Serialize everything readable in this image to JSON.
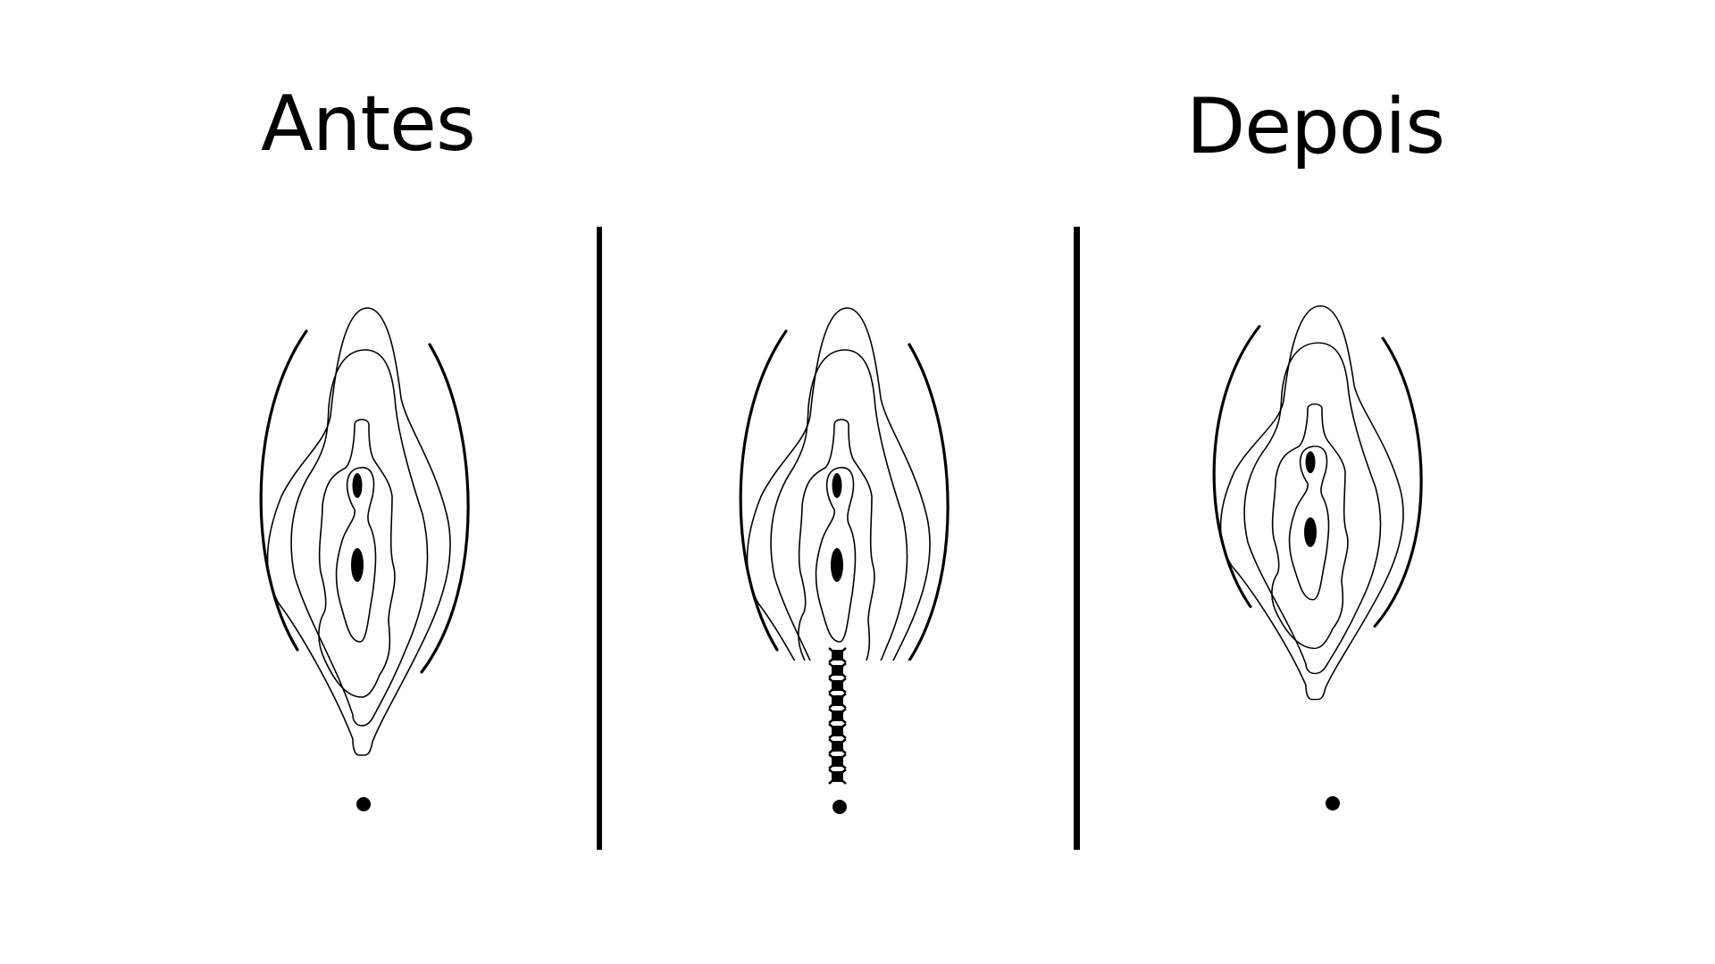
{
  "titles": {
    "before": "Antes",
    "after": "Depois"
  },
  "panels": [
    {
      "id": "before",
      "label": "Antes",
      "description": "Vulva illustration before procedure, open"
    },
    {
      "id": "procedure",
      "label": "",
      "description": "Vulva illustration with sutures (9 stitches) at perineum"
    },
    {
      "id": "after",
      "label": "Depois",
      "description": "Vulva illustration after procedure, narrowed"
    }
  ],
  "stitch_count": 9,
  "colors": {
    "line": "#000000",
    "background": "#ffffff"
  }
}
